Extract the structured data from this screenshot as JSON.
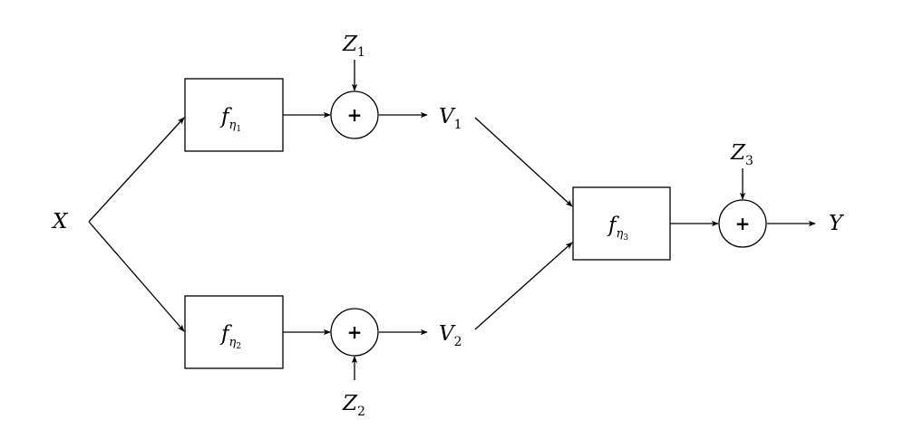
{
  "input": {
    "name": "X"
  },
  "output": {
    "name": "Y"
  },
  "blocks": [
    {
      "id": "f1",
      "func": "f",
      "param": "η",
      "param_index": "1"
    },
    {
      "id": "f2",
      "func": "f",
      "param": "η",
      "param_index": "2"
    },
    {
      "id": "f3",
      "func": "f",
      "param": "η",
      "param_index": "3"
    }
  ],
  "adders": [
    {
      "id": "add1",
      "symbol": "+"
    },
    {
      "id": "add2",
      "symbol": "+"
    },
    {
      "id": "add3",
      "symbol": "+"
    }
  ],
  "noises": [
    {
      "id": "z1",
      "name": "Z",
      "index": "1"
    },
    {
      "id": "z2",
      "name": "Z",
      "index": "2"
    },
    {
      "id": "z3",
      "name": "Z",
      "index": "3"
    }
  ],
  "intermediates": [
    {
      "id": "v1",
      "name": "V",
      "index": "1"
    },
    {
      "id": "v2",
      "name": "V",
      "index": "2"
    }
  ]
}
